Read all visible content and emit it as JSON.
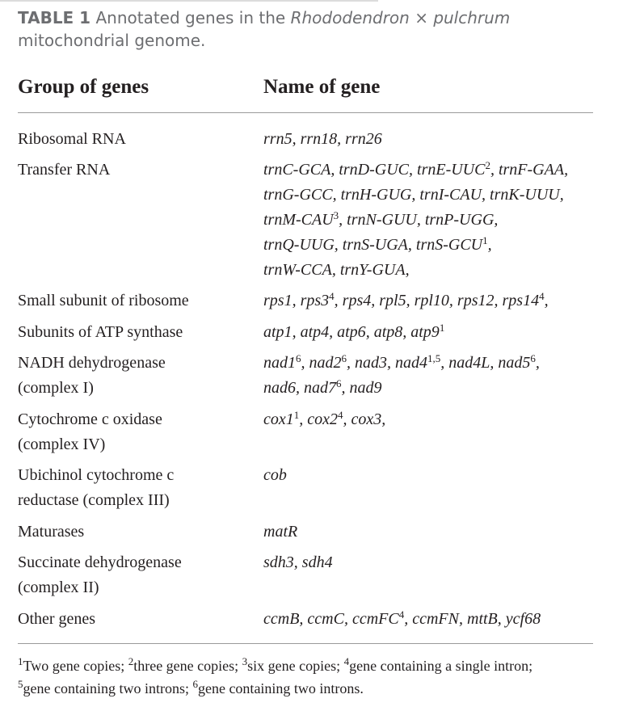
{
  "caption": {
    "label": "TABLE 1",
    "text_before": "Annotated genes in the",
    "species": "Rhododendron",
    "cross": "×",
    "epithet": "pulchrum",
    "text_after": "mitochondrial genome."
  },
  "headers": {
    "group": "Group of genes",
    "name": "Name of gene"
  },
  "rows": [
    {
      "group": [
        "Ribosomal RNA"
      ],
      "genes": [
        [
          {
            "t": "rrn5"
          },
          {
            "t": "rrn18"
          },
          {
            "t": "rrn26"
          }
        ]
      ]
    },
    {
      "group": [
        "Transfer RNA"
      ],
      "genes": [
        [
          {
            "t": "trnC-GCA"
          },
          {
            "t": "trnD-GUC"
          },
          {
            "t": "trnE-UUC",
            "s": "2"
          },
          {
            "t": "trnF-GAA",
            "end": ","
          }
        ],
        [
          {
            "t": "trnG-GCC"
          },
          {
            "t": "trnH-GUG"
          },
          {
            "t": "trnI-CAU"
          },
          {
            "t": "trnK-UUU",
            "end": ","
          }
        ],
        [
          {
            "t": "trnM-CAU",
            "s": "3"
          },
          {
            "t": "trnN-GUU"
          },
          {
            "t": "trnP-UGG",
            "end": ","
          }
        ],
        [
          {
            "t": "trnQ-UUG"
          },
          {
            "t": "trnS-UGA"
          },
          {
            "t": "trnS-GCU",
            "s": "1",
            "end": ","
          }
        ],
        [
          {
            "t": "trnW-CCA"
          },
          {
            "t": "trnY-GUA",
            "end": ","
          }
        ]
      ]
    },
    {
      "group": [
        "Small subunit of ribosome"
      ],
      "genes": [
        [
          {
            "t": "rps1"
          },
          {
            "t": "rps3",
            "s": "4"
          },
          {
            "t": "rps4"
          },
          {
            "t": "rpl5"
          },
          {
            "t": "rpl10"
          },
          {
            "t": "rps12"
          },
          {
            "t": "rps14",
            "s": "4",
            "end": ","
          }
        ]
      ]
    },
    {
      "group": [
        "Subunits of ATP synthase"
      ],
      "genes": [
        [
          {
            "t": "atp1"
          },
          {
            "t": "atp4"
          },
          {
            "t": "atp6"
          },
          {
            "t": "atp8"
          },
          {
            "t": "atp9",
            "s": "1"
          }
        ]
      ]
    },
    {
      "group": [
        "NADH dehydrogenase",
        "(complex I)"
      ],
      "genes": [
        [
          {
            "t": "nad1",
            "s": "6"
          },
          {
            "t": "nad2",
            "s": "6"
          },
          {
            "t": "nad3"
          },
          {
            "t": "nad4",
            "s": "1,5"
          },
          {
            "t": "nad4L"
          },
          {
            "t": "nad5",
            "s": "6",
            "end": ","
          }
        ],
        [
          {
            "t": "nad6"
          },
          {
            "t": "nad7",
            "s": "6"
          },
          {
            "t": "nad9"
          }
        ]
      ]
    },
    {
      "group": [
        "Cytochrome c oxidase",
        "(complex IV)"
      ],
      "genes": [
        [
          {
            "t": "cox1",
            "s": "1"
          },
          {
            "t": "cox2",
            "s": "4"
          },
          {
            "t": "cox3",
            "end": ","
          }
        ]
      ]
    },
    {
      "group": [
        "Ubichinol cytochrome c",
        "reductase (complex III)"
      ],
      "genes": [
        [
          {
            "t": "cob"
          }
        ]
      ]
    },
    {
      "group": [
        "Maturases"
      ],
      "genes": [
        [
          {
            "t": "matR"
          }
        ]
      ]
    },
    {
      "group": [
        "Succinate dehydrogenase",
        "(complex II)"
      ],
      "genes": [
        [
          {
            "t": "sdh3"
          },
          {
            "t": "sdh4"
          }
        ]
      ]
    },
    {
      "group": [
        "Other genes"
      ],
      "genes": [
        [
          {
            "t": "ccmB"
          },
          {
            "t": "ccmC"
          },
          {
            "t": "ccmFC",
            "s": "4"
          },
          {
            "t": "ccmFN"
          },
          {
            "t": "mttB"
          },
          {
            "t": "ycf68"
          }
        ]
      ]
    }
  ],
  "footnotes": [
    [
      {
        "s": "1",
        "t": "Two gene copies;"
      },
      {
        "s": "2",
        "t": "three gene copies;"
      },
      {
        "s": "3",
        "t": "six gene copies;"
      },
      {
        "s": "4",
        "t": "gene containing a single intron;"
      }
    ],
    [
      {
        "s": "5",
        "t": "gene containing two introns;"
      },
      {
        "s": "6",
        "t": "gene containing two introns."
      }
    ]
  ]
}
